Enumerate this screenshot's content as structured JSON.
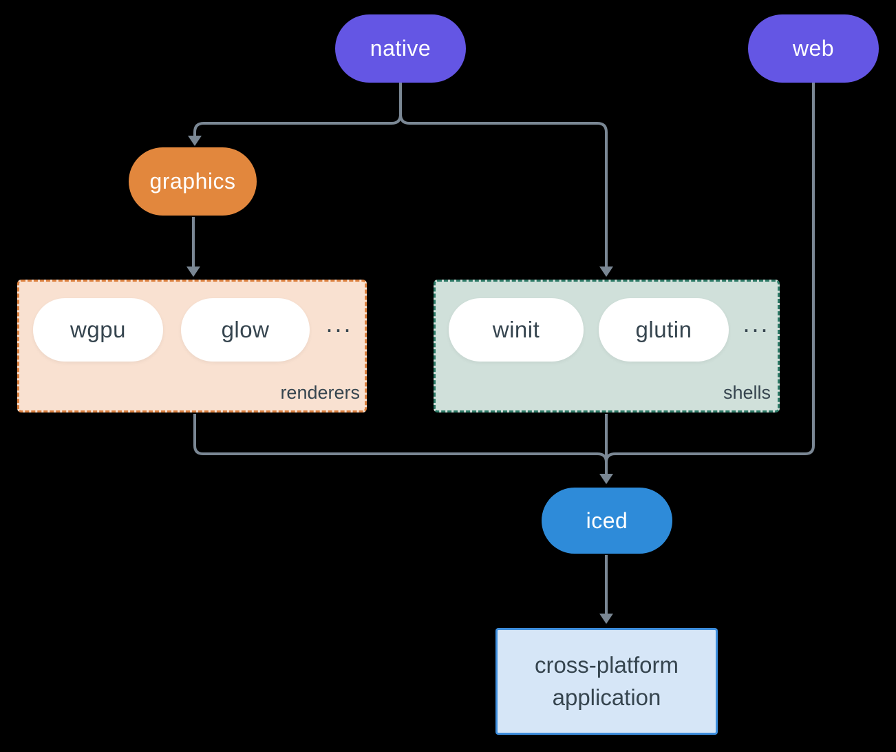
{
  "nodes": {
    "native": {
      "label": "native",
      "color": "#6456E4",
      "text_color": "#FFFFFF"
    },
    "web": {
      "label": "web",
      "color": "#6456E4",
      "text_color": "#FFFFFF"
    },
    "graphics": {
      "label": "graphics",
      "color": "#E2873D",
      "text_color": "#FFFFFF"
    },
    "wgpu": {
      "label": "wgpu",
      "color": "#FFFFFF",
      "text_color": "#36454F"
    },
    "glow": {
      "label": "glow",
      "color": "#FFFFFF",
      "text_color": "#36454F"
    },
    "winit": {
      "label": "winit",
      "color": "#FFFFFF",
      "text_color": "#36454F"
    },
    "glutin": {
      "label": "glutin",
      "color": "#FFFFFF",
      "text_color": "#36454F"
    },
    "iced": {
      "label": "iced",
      "color": "#2E8BD9",
      "text_color": "#FFFFFF"
    },
    "application": {
      "line1": "cross-platform",
      "line2": "application",
      "fill": "#D6E6F7",
      "border": "#3E8EDD"
    }
  },
  "groups": {
    "renderers": {
      "label": "renderers",
      "ellipsis": "...",
      "fill": "#F9E1D1",
      "border": "#DC8140"
    },
    "shells": {
      "label": "shells",
      "ellipsis": "...",
      "fill": "#D0E0DA",
      "border": "#2D7A67"
    }
  },
  "edges": [
    {
      "from": "native",
      "to": "graphics"
    },
    {
      "from": "native",
      "to": "shells"
    },
    {
      "from": "graphics",
      "to": "renderers"
    },
    {
      "from": "renderers",
      "to": "iced"
    },
    {
      "from": "shells",
      "to": "iced"
    },
    {
      "from": "web",
      "to": "iced"
    },
    {
      "from": "iced",
      "to": "application"
    }
  ],
  "colors": {
    "background": "#000000",
    "connector": "#7A8794",
    "dark_text": "#36454F"
  }
}
